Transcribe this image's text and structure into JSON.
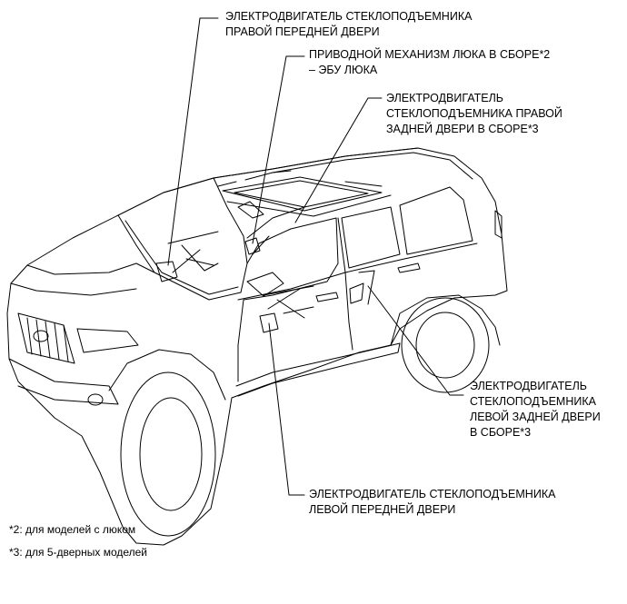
{
  "callouts": {
    "front_right_motor": [
      "ЭЛЕКТРОДВИГАТЕЛЬ СТЕКЛОПОДЪЕМНИКА",
      "ПРАВОЙ ПЕРЕДНЕЙ ДВЕРИ"
    ],
    "sunroof_drive": [
      "ПРИВОДНОЙ МЕХАНИЗМ ЛЮКА В СБОРЕ*2",
      "– ЭБУ ЛЮКА"
    ],
    "rear_right_motor": [
      "ЭЛЕКТРОДВИГАТЕЛЬ",
      "СТЕКЛОПОДЪЕМНИКА ПРАВОЙ",
      "ЗАДНЕЙ ДВЕРИ В СБОРЕ*3"
    ],
    "rear_left_motor": [
      "ЭЛЕКТРОДВИГАТЕЛЬ",
      "СТЕКЛОПОДЪЕМНИКА",
      "ЛЕВОЙ ЗАДНЕЙ ДВЕРИ",
      "В СБОРЕ*3"
    ],
    "front_left_motor": [
      "ЭЛЕКТРОДВИГАТЕЛЬ СТЕКЛОПОДЪЕМНИКА",
      "ЛЕВОЙ ПЕРЕДНЕЙ ДВЕРИ"
    ]
  },
  "footnotes": [
    "*2: для моделей с люком",
    "*3: для 5-дверных моделей"
  ],
  "colors": {
    "line": "#000000",
    "background": "#ffffff"
  }
}
